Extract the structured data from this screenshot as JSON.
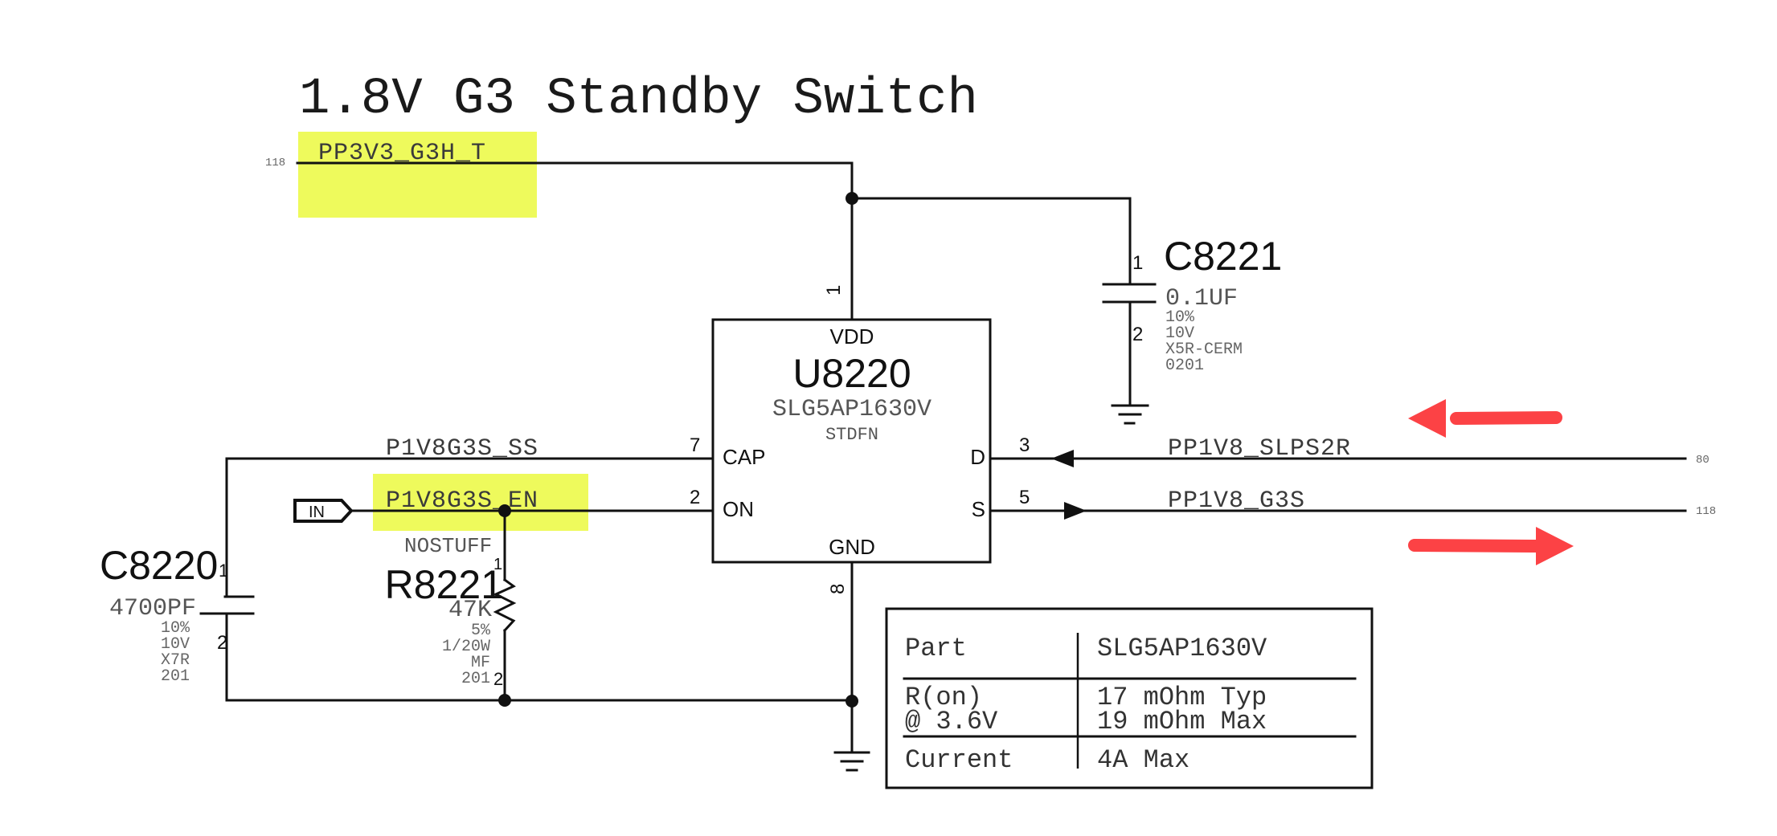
{
  "title": "1.8V G3 Standby Switch",
  "highlight_color": "#eefa5c",
  "annotation_color": "#fc4245",
  "nets": {
    "input_power": {
      "name": "PP3V3_G3H_T",
      "page_ref": "118"
    },
    "drain": {
      "name": "PP1V8_SLPS2R",
      "page_ref": "80"
    },
    "source": {
      "name": "PP1V8_G3S",
      "page_ref": "118"
    },
    "cap": {
      "name": "P1V8G3S_SS"
    },
    "enable": {
      "name": "P1V8G3S_EN",
      "port": "IN"
    }
  },
  "ic": {
    "refdes": "U8220",
    "part": "SLG5AP1630V",
    "package": "STDFN",
    "pins": [
      {
        "name": "VDD",
        "num": "1"
      },
      {
        "name": "CAP",
        "num": "7"
      },
      {
        "name": "ON",
        "num": "2"
      },
      {
        "name": "D",
        "num": "3"
      },
      {
        "name": "S",
        "num": "5"
      },
      {
        "name": "GND",
        "num": "8"
      }
    ]
  },
  "c8221": {
    "refdes": "C8221",
    "value": "0.1UF",
    "attrs": [
      "10%",
      "10V",
      "X5R-CERM",
      "0201"
    ],
    "pins": [
      "1",
      "2"
    ]
  },
  "c8220": {
    "refdes": "C8220",
    "value": "4700PF",
    "attrs": [
      "10%",
      "10V",
      "X7R",
      "201"
    ],
    "pins": [
      "1",
      "2"
    ]
  },
  "r8221": {
    "refdes": "R8221",
    "note": "NOSTUFF",
    "value": "47K",
    "attrs": [
      "5%",
      "1/20W",
      "MF",
      "201"
    ],
    "pins": [
      "1",
      "2"
    ]
  },
  "spec_table": {
    "rows": [
      {
        "label": [
          "Part"
        ],
        "value": [
          "SLG5AP1630V"
        ]
      },
      {
        "label": [
          "R(on)",
          "@ 3.6V"
        ],
        "value": [
          "17 mOhm Typ",
          "19 mOhm Max"
        ]
      },
      {
        "label": [
          "Current"
        ],
        "value": [
          "4A Max"
        ]
      }
    ]
  },
  "annotations": [
    {
      "type": "arrow",
      "direction": "left",
      "near_net": "PP1V8_SLPS2R"
    },
    {
      "type": "arrow",
      "direction": "right",
      "near_net": "PP1V8_G3S"
    }
  ]
}
